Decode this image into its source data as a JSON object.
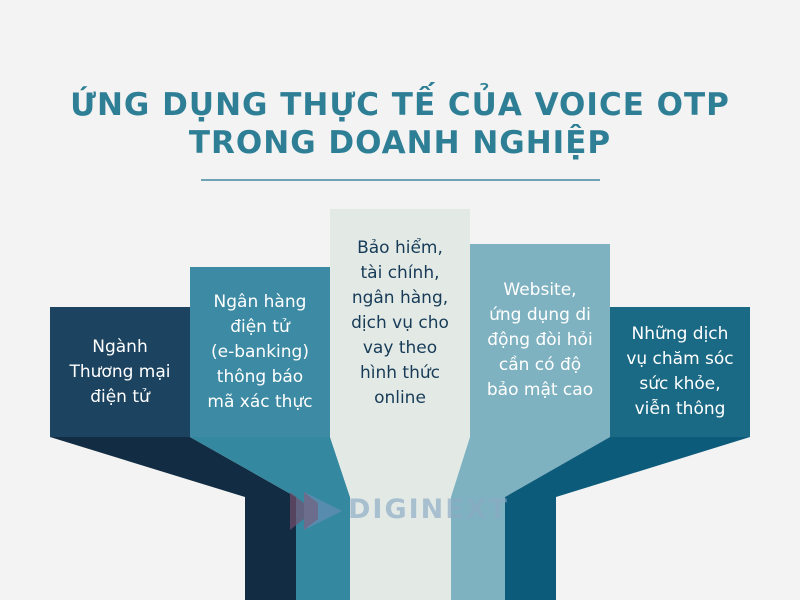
{
  "title": {
    "line1": "ỨNG DỤNG THỰC TẾ CỦA VOICE OTP",
    "line2": "TRONG DOANH NGHIỆP"
  },
  "boxes": [
    {
      "text": "Ngành\nThương mại\nđiện tử",
      "color": "#1c4360"
    },
    {
      "text": "Ngân hàng\nđiện tử\n(e-banking)\nthông báo\nmã xác thực",
      "color": "#3c8aa3"
    },
    {
      "text": "Bảo hiểm,\ntài chính,\nngân hàng,\ndịch vụ cho\nvay theo\nhình thức\nonline",
      "color": "#e3eae6"
    },
    {
      "text": "Website,\nứng dụng di\nđộng đòi hỏi\ncần có độ\nbảo mật cao",
      "color": "#7fb2c0"
    },
    {
      "text": "Những dịch\nvụ chăm sóc\nsức khỏe,\nviễn thông",
      "color": "#1b6a85"
    }
  ],
  "logo": {
    "text": "DIGINEXT",
    "icon": "play-arrow-icon"
  },
  "colors": {
    "title": "#2e7f96",
    "background": "#f2f3f2"
  }
}
